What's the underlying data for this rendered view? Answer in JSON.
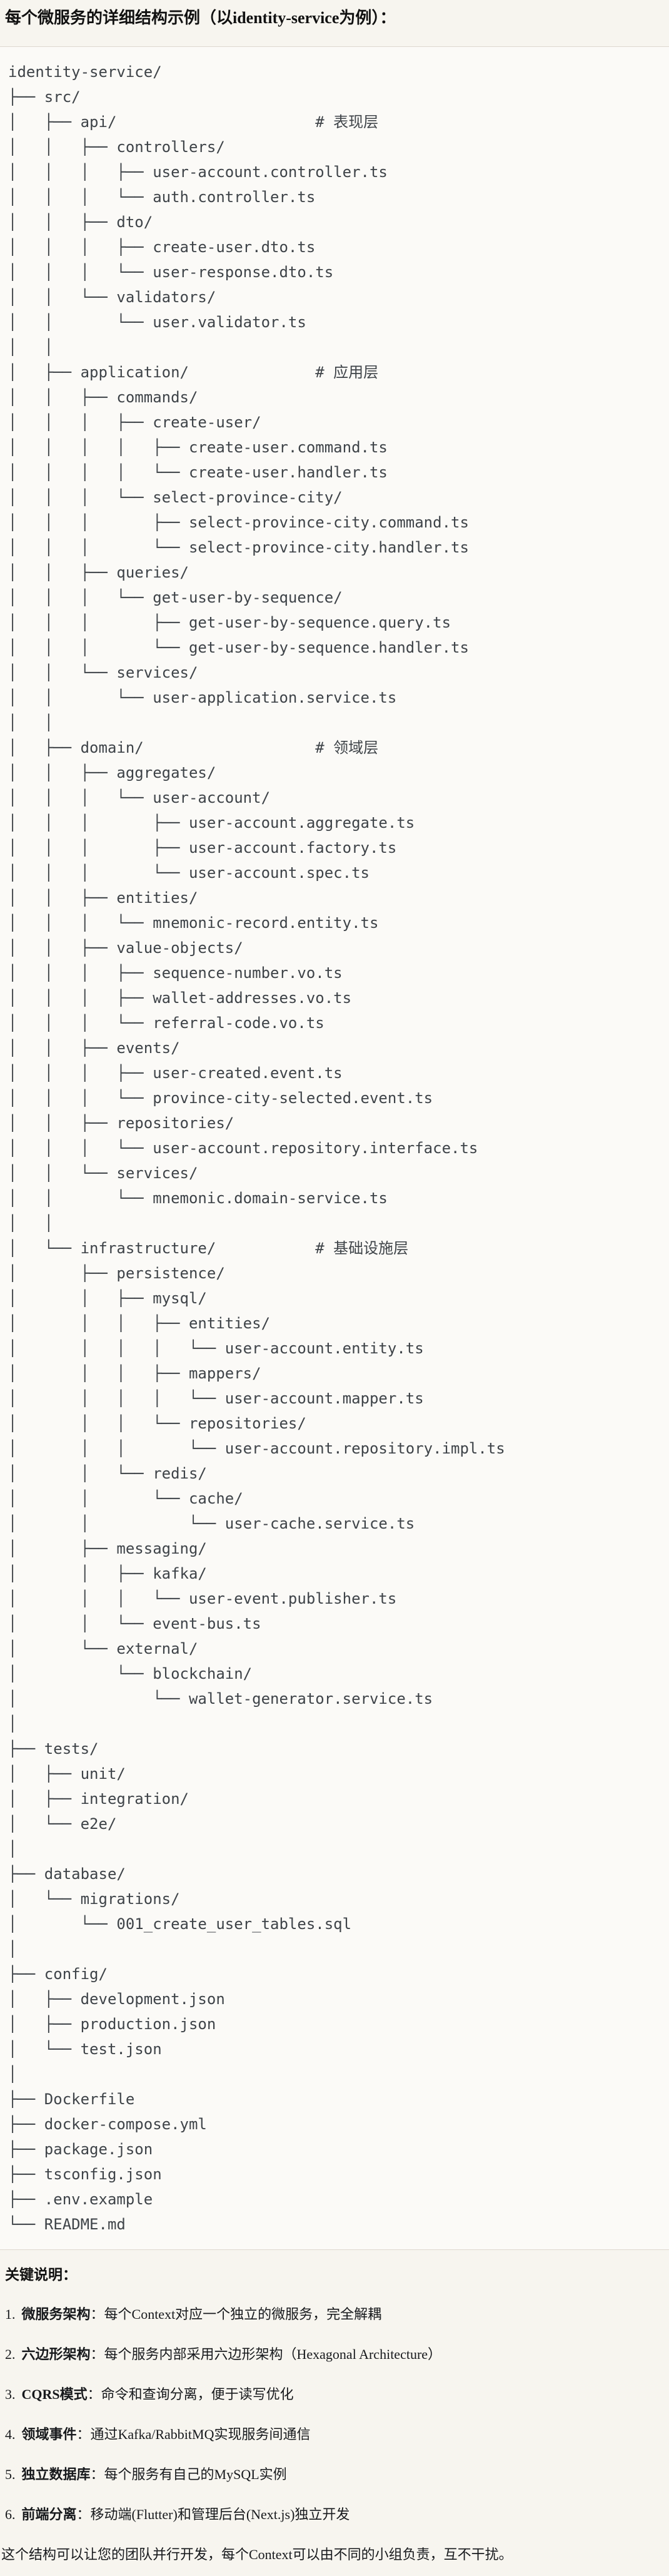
{
  "page": {
    "title": "每个微服务的详细结构示例（以identity-service为例）：",
    "bg_color": "#f7f5ef",
    "code_bg_color": "#fbfaf7",
    "border_color": "#ddd8cf",
    "tree_text_color": "#3e4348"
  },
  "tree": {
    "lines": [
      "identity-service/",
      "├── src/",
      "│   ├── api/                      # 表现层",
      "│   │   ├── controllers/",
      "│   │   │   ├── user-account.controller.ts",
      "│   │   │   └── auth.controller.ts",
      "│   │   ├── dto/",
      "│   │   │   ├── create-user.dto.ts",
      "│   │   │   └── user-response.dto.ts",
      "│   │   └── validators/",
      "│   │       └── user.validator.ts",
      "│   │",
      "│   ├── application/              # 应用层",
      "│   │   ├── commands/",
      "│   │   │   ├── create-user/",
      "│   │   │   │   ├── create-user.command.ts",
      "│   │   │   │   └── create-user.handler.ts",
      "│   │   │   └── select-province-city/",
      "│   │   │       ├── select-province-city.command.ts",
      "│   │   │       └── select-province-city.handler.ts",
      "│   │   ├── queries/",
      "│   │   │   └── get-user-by-sequence/",
      "│   │   │       ├── get-user-by-sequence.query.ts",
      "│   │   │       └── get-user-by-sequence.handler.ts",
      "│   │   └── services/",
      "│   │       └── user-application.service.ts",
      "│   │",
      "│   ├── domain/                   # 领域层",
      "│   │   ├── aggregates/",
      "│   │   │   └── user-account/",
      "│   │   │       ├── user-account.aggregate.ts",
      "│   │   │       ├── user-account.factory.ts",
      "│   │   │       └── user-account.spec.ts",
      "│   │   ├── entities/",
      "│   │   │   └── mnemonic-record.entity.ts",
      "│   │   ├── value-objects/",
      "│   │   │   ├── sequence-number.vo.ts",
      "│   │   │   ├── wallet-addresses.vo.ts",
      "│   │   │   └── referral-code.vo.ts",
      "│   │   ├── events/",
      "│   │   │   ├── user-created.event.ts",
      "│   │   │   └── province-city-selected.event.ts",
      "│   │   ├── repositories/",
      "│   │   │   └── user-account.repository.interface.ts",
      "│   │   └── services/",
      "│   │       └── mnemonic.domain-service.ts",
      "│   │",
      "│   └── infrastructure/           # 基础设施层",
      "│       ├── persistence/",
      "│       │   ├── mysql/",
      "│       │   │   ├── entities/",
      "│       │   │   │   └── user-account.entity.ts",
      "│       │   │   ├── mappers/",
      "│       │   │   │   └── user-account.mapper.ts",
      "│       │   │   └── repositories/",
      "│       │   │       └── user-account.repository.impl.ts",
      "│       │   └── redis/",
      "│       │       └── cache/",
      "│       │           └── user-cache.service.ts",
      "│       ├── messaging/",
      "│       │   ├── kafka/",
      "│       │   │   └── user-event.publisher.ts",
      "│       │   └── event-bus.ts",
      "│       └── external/",
      "│           └── blockchain/",
      "│               └── wallet-generator.service.ts",
      "│",
      "├── tests/",
      "│   ├── unit/",
      "│   ├── integration/",
      "│   └── e2e/",
      "│",
      "├── database/",
      "│   └── migrations/",
      "│       └── 001_create_user_tables.sql",
      "│",
      "├── config/",
      "│   ├── development.json",
      "│   ├── production.json",
      "│   └── test.json",
      "│",
      "├── Dockerfile",
      "├── docker-compose.yml",
      "├── package.json",
      "├── tsconfig.json",
      "├── .env.example",
      "└── README.md"
    ]
  },
  "notes": {
    "heading": "关键说明：",
    "items": [
      {
        "num": "1.",
        "label": "微服务架构",
        "text": "：每个Context对应一个独立的微服务，完全解耦"
      },
      {
        "num": "2.",
        "label": "六边形架构",
        "text": "：每个服务内部采用六边形架构（Hexagonal Architecture）"
      },
      {
        "num": "3.",
        "label": "CQRS模式",
        "text": "：命令和查询分离，便于读写优化"
      },
      {
        "num": "4.",
        "label": "领域事件",
        "text": "：通过Kafka/RabbitMQ实现服务间通信"
      },
      {
        "num": "5.",
        "label": "独立数据库",
        "text": "：每个服务有自己的MySQL实例"
      },
      {
        "num": "6.",
        "label": "前端分离",
        "text": "：移动端(Flutter)和管理后台(Next.js)独立开发"
      }
    ],
    "footer": "这个结构可以让您的团队并行开发，每个Context可以由不同的小组负责，互不干扰。"
  }
}
